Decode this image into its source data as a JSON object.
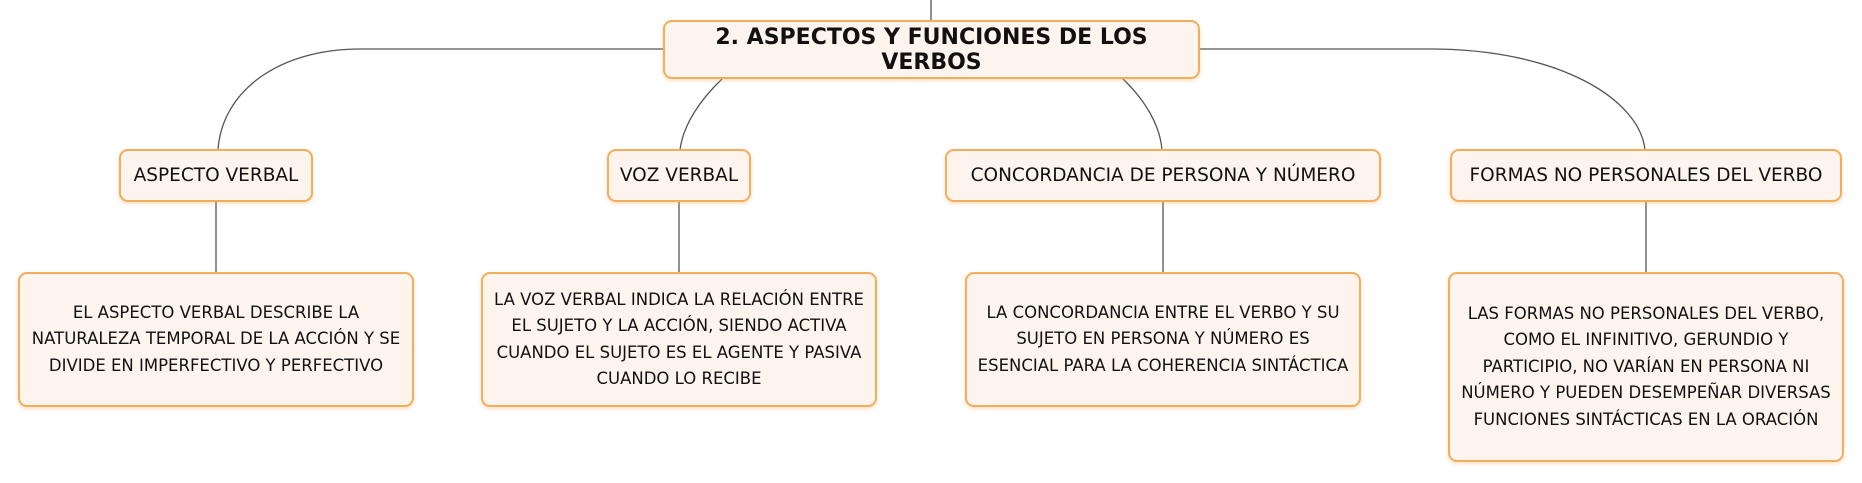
{
  "diagram": {
    "root": {
      "label": "2. ASPECTOS Y FUNCIONES DE LOS VERBOS"
    },
    "branches": [
      {
        "label": "ASPECTO VERBAL",
        "detail": "EL ASPECTO VERBAL DESCRIBE LA NATURALEZA TEMPORAL DE LA ACCIÓN Y SE DIVIDE EN IMPERFECTIVO Y PERFECTIVO"
      },
      {
        "label": "VOZ VERBAL",
        "detail": "LA VOZ VERBAL INDICA LA RELACIÓN ENTRE EL SUJETO Y LA ACCIÓN, SIENDO ACTIVA CUANDO EL SUJETO ES EL AGENTE Y PASIVA CUANDO LO RECIBE"
      },
      {
        "label": "CONCORDANCIA DE PERSONA Y NÚMERO",
        "detail": "LA CONCORDANCIA ENTRE EL VERBO Y SU SUJETO EN PERSONA Y NÚMERO ES ESENCIAL PARA LA COHERENCIA SINTÁCTICA"
      },
      {
        "label": "FORMAS NO PERSONALES DEL VERBO",
        "detail": "LAS FORMAS NO PERSONALES DEL VERBO, COMO EL INFINITIVO, GERUNDIO Y PARTICIPIO, NO VARÍAN EN PERSONA NI NÚMERO Y PUEDEN DESEMPEÑAR DIVERSAS FUNCIONES SINTÁCTICAS EN LA ORACIÓN"
      }
    ]
  },
  "colors": {
    "node_border": "#f5ad5b",
    "node_fill": "#fdf4ee",
    "connector": "#555555",
    "text": "#111111"
  }
}
